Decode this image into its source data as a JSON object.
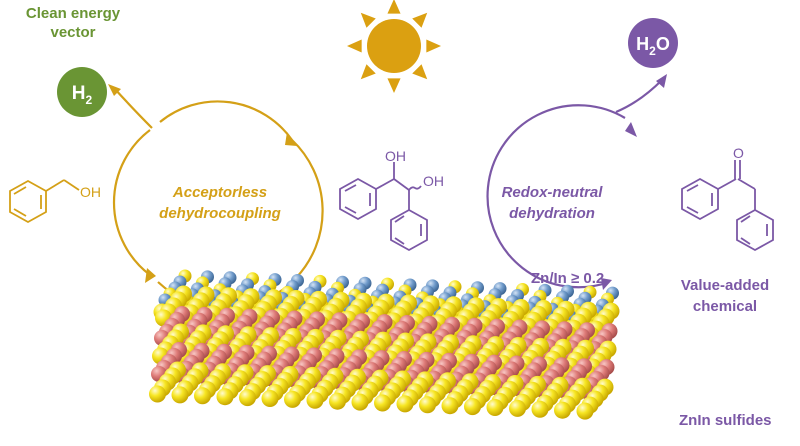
{
  "labels": {
    "clean_energy_line1": "Clean energy",
    "clean_energy_line2": "vector",
    "h2": "H",
    "h2_sub": "2",
    "h2o_h": "H",
    "h2o_sub": "2",
    "h2o_o": "O",
    "cycle_left_line1": "Acceptorless",
    "cycle_left_line2": "dehydrocoupling",
    "cycle_right_line1": "Redox-neutral",
    "cycle_right_line2": "dehydration",
    "zn_in_ratio": "Zn/In ≥ 0.2",
    "value_added_line1": "Value-added",
    "value_added_line2": "chemical",
    "oh_benzyl": "OH",
    "oh_diol_1": "OH",
    "oh_diol_2": "OH",
    "ketone_o": "O",
    "znin_sulfides": "ZnIn sulfides"
  },
  "colors": {
    "orange": "#d4a017",
    "purple": "#7b58a6",
    "green": "#6a9534",
    "sun": "#dba011",
    "sulfur": "#f5e11e",
    "indium": "#dc7b79",
    "zinc": "#6f97c8"
  },
  "icons": [
    "sun-icon",
    "benzyl-alcohol-structure",
    "hydrobenzoin-structure",
    "deoxybenzoin-structure",
    "znin-sulfide-lattice"
  ]
}
